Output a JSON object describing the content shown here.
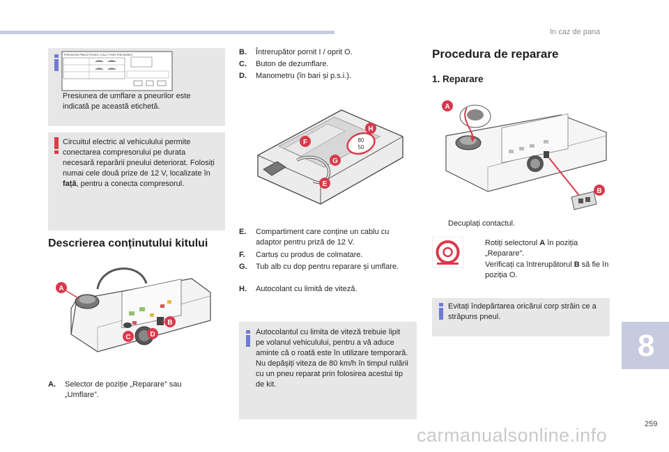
{
  "header": {
    "section_title": "In caz de pana"
  },
  "info_box_1": {
    "label_title": "PRESSIONS PNEUS FROIDS / COLD TYRES PRESSURES",
    "text": "Presiunea de umflare a pneurilor este indicată pe această etichetă."
  },
  "warning_box": {
    "text_before": "Circuitul electric al vehiculului permite conectarea compresorului pe durata necesară reparării pneului deteriorat. Folosiți numai cele două prize de 12 V, localizate în ",
    "text_bold": "față",
    "text_after": ", pentru a conecta compresorul."
  },
  "kit_section": {
    "title": "Descrierea conținutului kitului"
  },
  "figure1_callouts": {
    "a": "A",
    "b": "B",
    "c": "C",
    "d": "D"
  },
  "items_a": [
    {
      "label": "A.",
      "text": "Selector de poziție „Reparare” sau „Umflare”."
    }
  ],
  "items_bcd": [
    {
      "label": "B.",
      "text": "Întrerupător pornit I / oprit O."
    },
    {
      "label": "C.",
      "text": "Buton de dezumflare."
    },
    {
      "label": "D.",
      "text": "Manometru (în bari și p.s.i.)."
    }
  ],
  "figure2_callouts": {
    "e": "E",
    "f": "F",
    "g": "G",
    "h": "H",
    "speed_top": "80",
    "speed_bottom": "50"
  },
  "items_efgh": [
    {
      "label": "E.",
      "text": "Compartiment care conține un cablu cu adaptor pentru priză de 12 V."
    },
    {
      "label": "F.",
      "text": "Cartuș cu produs de colmatare."
    },
    {
      "label": "G.",
      "text": "Tub alb cu dop pentru reparare și umflare."
    },
    {
      "label": "H.",
      "text": "Autocolant cu limită de viteză."
    }
  ],
  "info_box_2": {
    "text": "Autocolantul cu limita de viteză trebuie lipit pe volanul vehiculului, pentru a vă aduce aminte că o roată este în utilizare temporară. Nu depășiți viteza de 80 km/h în timpul rulării cu un pneu reparat prin folosirea acestui tip de kit."
  },
  "procedure": {
    "title": "Procedura de reparare",
    "subtitle": "1. Reparare"
  },
  "figure3_callouts": {
    "a": "A",
    "b": "B"
  },
  "steps": {
    "marker": "",
    "step1": "Decuplați contactul.",
    "step2_before": "Rotiți selectorul ",
    "step2_bold": "A",
    "step2_after": " în poziția „Reparare”.",
    "step3_before": "Verificați ca întrerupătorul ",
    "step3_bold": "B",
    "step3_after": " să fie în poziția O."
  },
  "info_box_3": {
    "text": "Evitați îndepărtarea oricărui corp străin ce a străpuns pneul."
  },
  "chapter_number": "8",
  "page_number": "259",
  "watermark": "carmanualsonline.info",
  "colors": {
    "info": "#6f7ad1",
    "warning": "#e6374b",
    "callout": "#d9394b",
    "box": "#e7e7e7",
    "tab": "#c6cbe0"
  }
}
